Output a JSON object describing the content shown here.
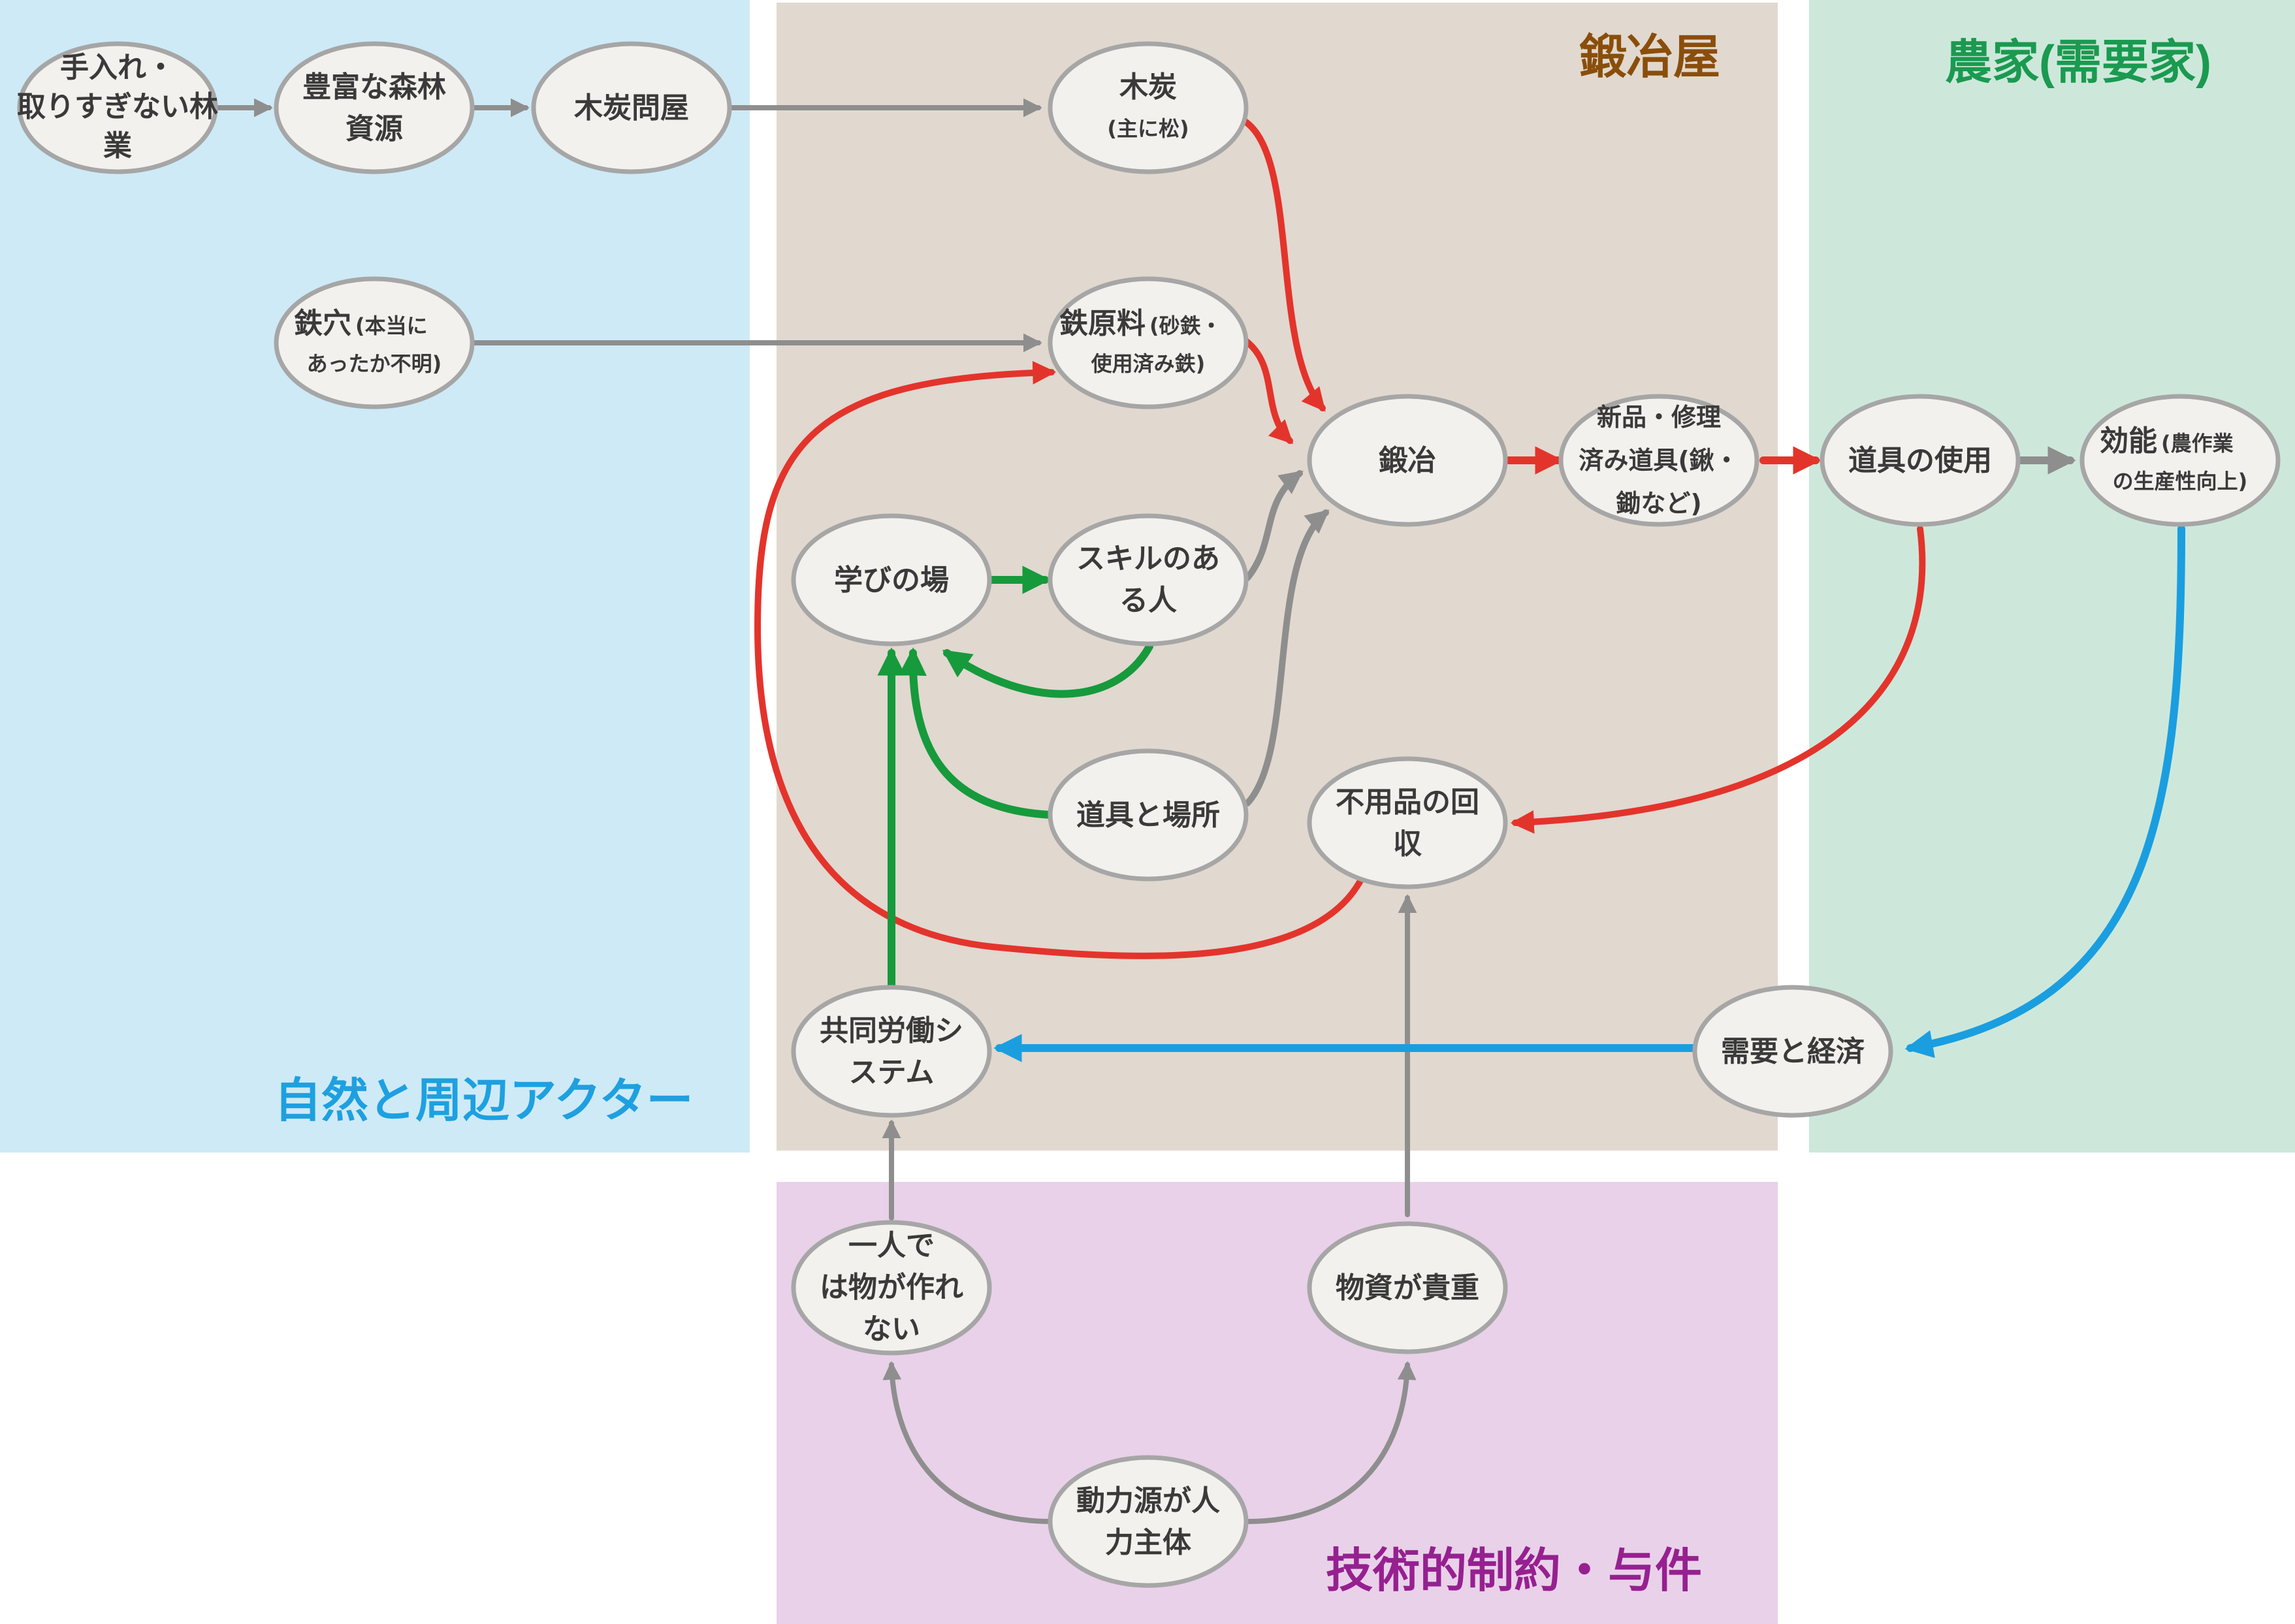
{
  "regions": {
    "nature": {
      "title": "自然と周辺アクター",
      "color": "#1ea0e0"
    },
    "smith": {
      "title": "鍛冶屋",
      "color": "#8a4e0a"
    },
    "farm": {
      "title": "農家(需要家)",
      "color": "#1a9a50"
    },
    "tech": {
      "title": "技術的制約・与件",
      "color": "#962090"
    }
  },
  "nodes": {
    "teire": {
      "lines": [
        "手入れ・",
        "取りすぎない林",
        "業"
      ]
    },
    "shinrin": {
      "lines": [
        "豊富な森林",
        "資源"
      ]
    },
    "tonya": {
      "lines": [
        "木炭問屋"
      ]
    },
    "mokutan": {
      "main": "木炭",
      "sub": "(主に松)"
    },
    "tetsuana": {
      "main": "鉄穴",
      "sub": "(本当に",
      "sub2": "あったか不明)"
    },
    "tetsugenryo": {
      "main": "鉄原料",
      "sub": "(砂鉄・",
      "sub2": "使用済み鉄)"
    },
    "kaji": {
      "lines": [
        "鍛冶"
      ]
    },
    "shinpin": {
      "lines": [
        "新品・修理",
        "済み道具(鍬・",
        "鋤など)"
      ]
    },
    "dogu_shiyo": {
      "lines": [
        "道具の使用"
      ]
    },
    "koho": {
      "main": "効能",
      "sub": "(農作業",
      "sub2": "の生産性向上)"
    },
    "manabi": {
      "lines": [
        "学びの場"
      ]
    },
    "skill": {
      "lines": [
        "スキルのあ",
        "る人"
      ]
    },
    "dogu_basho": {
      "lines": [
        "道具と場所"
      ]
    },
    "fuyohin": {
      "lines": [
        "不用品の回",
        "収"
      ]
    },
    "kyodo": {
      "lines": [
        "共同労働シ",
        "ステム"
      ]
    },
    "juyo": {
      "lines": [
        "需要と経済"
      ]
    },
    "hitori": {
      "lines": [
        "一人で",
        "は物が作れ",
        "ない"
      ]
    },
    "busshi": {
      "lines": [
        "物資が貴重"
      ]
    },
    "doryoku": {
      "lines": [
        "動力源が人",
        "力主体"
      ]
    }
  },
  "edge_colors": {
    "gray": "#8e8e8e",
    "red": "#e3342c",
    "green": "#169a3c",
    "blue": "#1a9ee0"
  },
  "region_colors": {
    "nature": "#ceeaf7",
    "smith": "#e1d8cf",
    "farm": "#cde8db",
    "tech": "#e9d1e9"
  }
}
